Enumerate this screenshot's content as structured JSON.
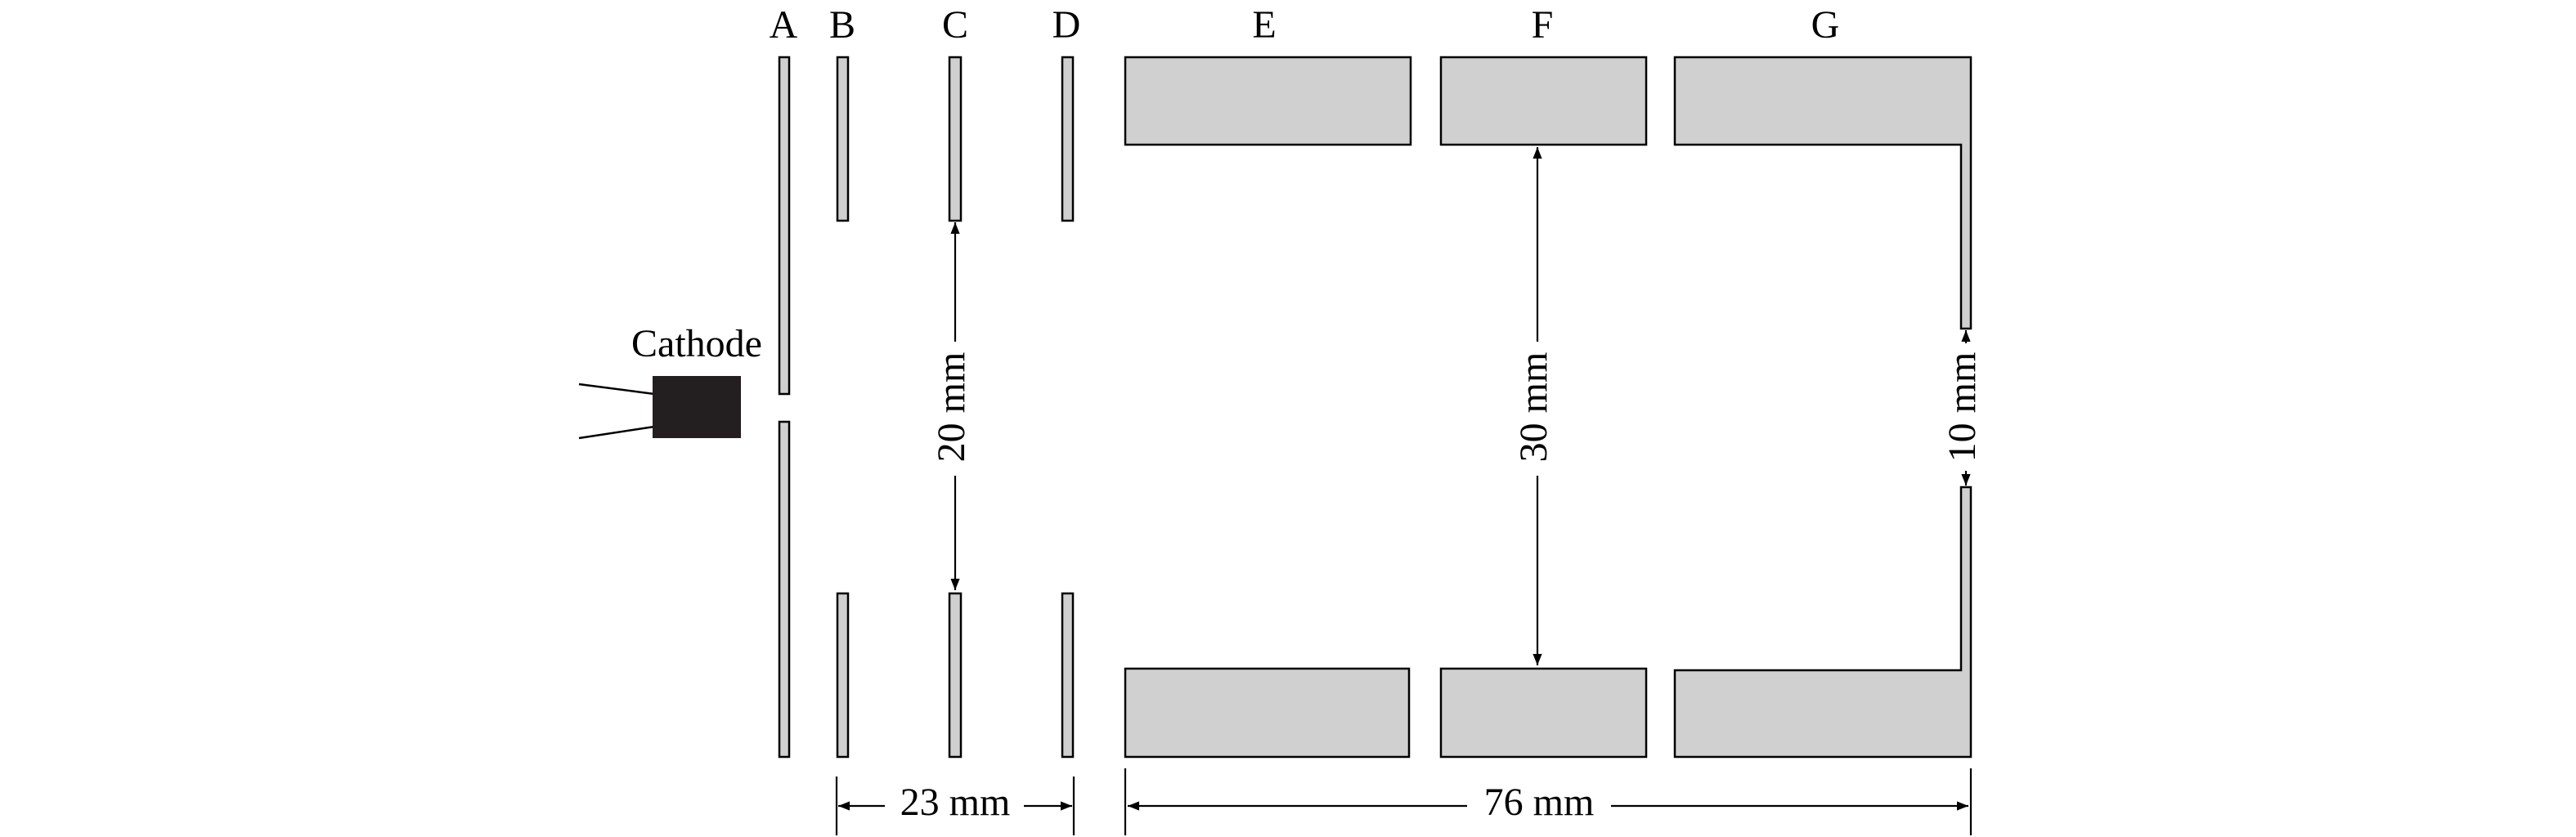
{
  "electrodes": {
    "a": "A",
    "b": "B",
    "c": "C",
    "d": "D",
    "e": "E",
    "f": "F",
    "g": "G"
  },
  "cathode_label": "Cathode",
  "dimensions": {
    "c_aperture": "20 mm",
    "f_aperture": "30 mm",
    "g_aperture": "10 mm",
    "b_to_d": "23 mm",
    "e_to_g": "76 mm"
  },
  "colors": {
    "plate_fill": "#d0d0d0",
    "cathode_fill": "#231f20",
    "line": "#000000"
  }
}
